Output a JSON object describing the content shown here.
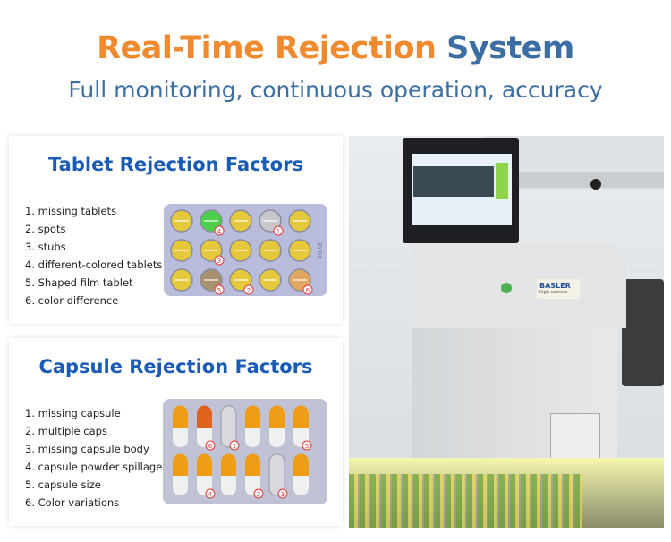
{
  "header": {
    "title_orange": "Real-Time Rejection",
    "title_blue": "System",
    "subtitle": "Full monitoring, continuous operation, accuracy"
  },
  "tablet": {
    "title": "Tablet Rejection Factors",
    "items": [
      "1. missing tablets",
      "2. spots",
      "3. stubs",
      "4. different-colored tablets",
      "5. Shaped film tablet",
      "6. color difference"
    ],
    "blister_code": "ZY-D4"
  },
  "capsule": {
    "title": "Capsule Rejection Factors",
    "items": [
      "1. missing capsule",
      "2. multiple caps",
      "3. missing capsule body",
      "4. capsule powder spillage",
      "5. capsule size",
      "6. Color variations"
    ]
  },
  "photo": {
    "camera_brand": "BASLER",
    "camera_sub": "high camera"
  },
  "colors": {
    "orange": "#ef8a2e",
    "blue": "#3d6ea3",
    "card_title": "#1a5bb5"
  }
}
